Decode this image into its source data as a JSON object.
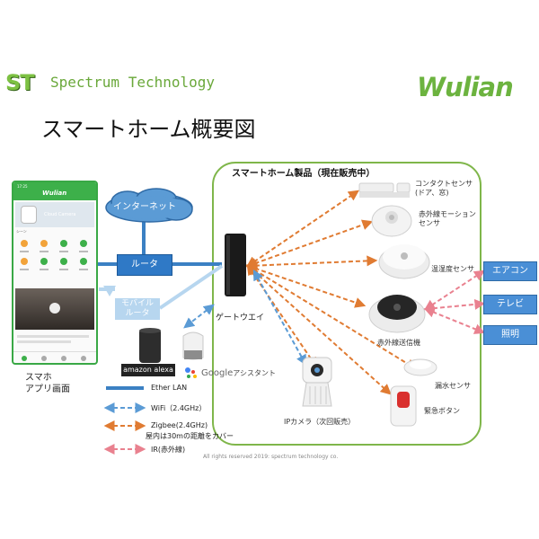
{
  "header": {
    "st_logo": "ST",
    "company": "Spectrum Technology",
    "brand": "Wulian",
    "title": "スマートホーム概要図"
  },
  "products_title": "スマートホーム製品（現在販売中）",
  "cloud_label": "インターネット",
  "router_label": "ルータ",
  "mobile_router_label": [
    "モバイル",
    "ルータ"
  ],
  "gateway_label": "ゲートウエイ",
  "phone": {
    "status_time": "17:25",
    "app_logo": "Wulian",
    "camera_card": "Cloud Camera",
    "grid_header": "シーン",
    "caption": [
      "スマホ",
      "アプリ画面"
    ]
  },
  "devices": {
    "contact": [
      "コンタクトセンサ",
      "(ドア、窓)"
    ],
    "motion": [
      "赤外線モーション",
      "センサ"
    ],
    "temp": "温湿度センサ",
    "ir": "赤外線送信機",
    "leak": "漏水センサ",
    "emergency": "緊急ボタン",
    "ipcam": "IPカメラ（次回販売）"
  },
  "appliances": [
    "エアコン",
    "テレビ",
    "照明"
  ],
  "assistants": {
    "alexa": "amazon alexa",
    "google_brand": "Google",
    "google_suffix": "アシスタント"
  },
  "legend": {
    "ether": "Ether LAN",
    "wifi": "WiFi（2.4GHz）",
    "zigbee": "Zigbee(2.4GHz)",
    "zigbee_note": "屋内は30mの距離をカバー",
    "ir": "IR(赤外線)"
  },
  "copyright": "All rights reserved 2019: spectrum technology co.",
  "colors": {
    "green": "#7fb64a",
    "ether_blue": "#3b80c3",
    "wifi_blue": "#5b9bd5",
    "zigbee_orange": "#e07b32",
    "ir_pink": "#e9818f"
  }
}
